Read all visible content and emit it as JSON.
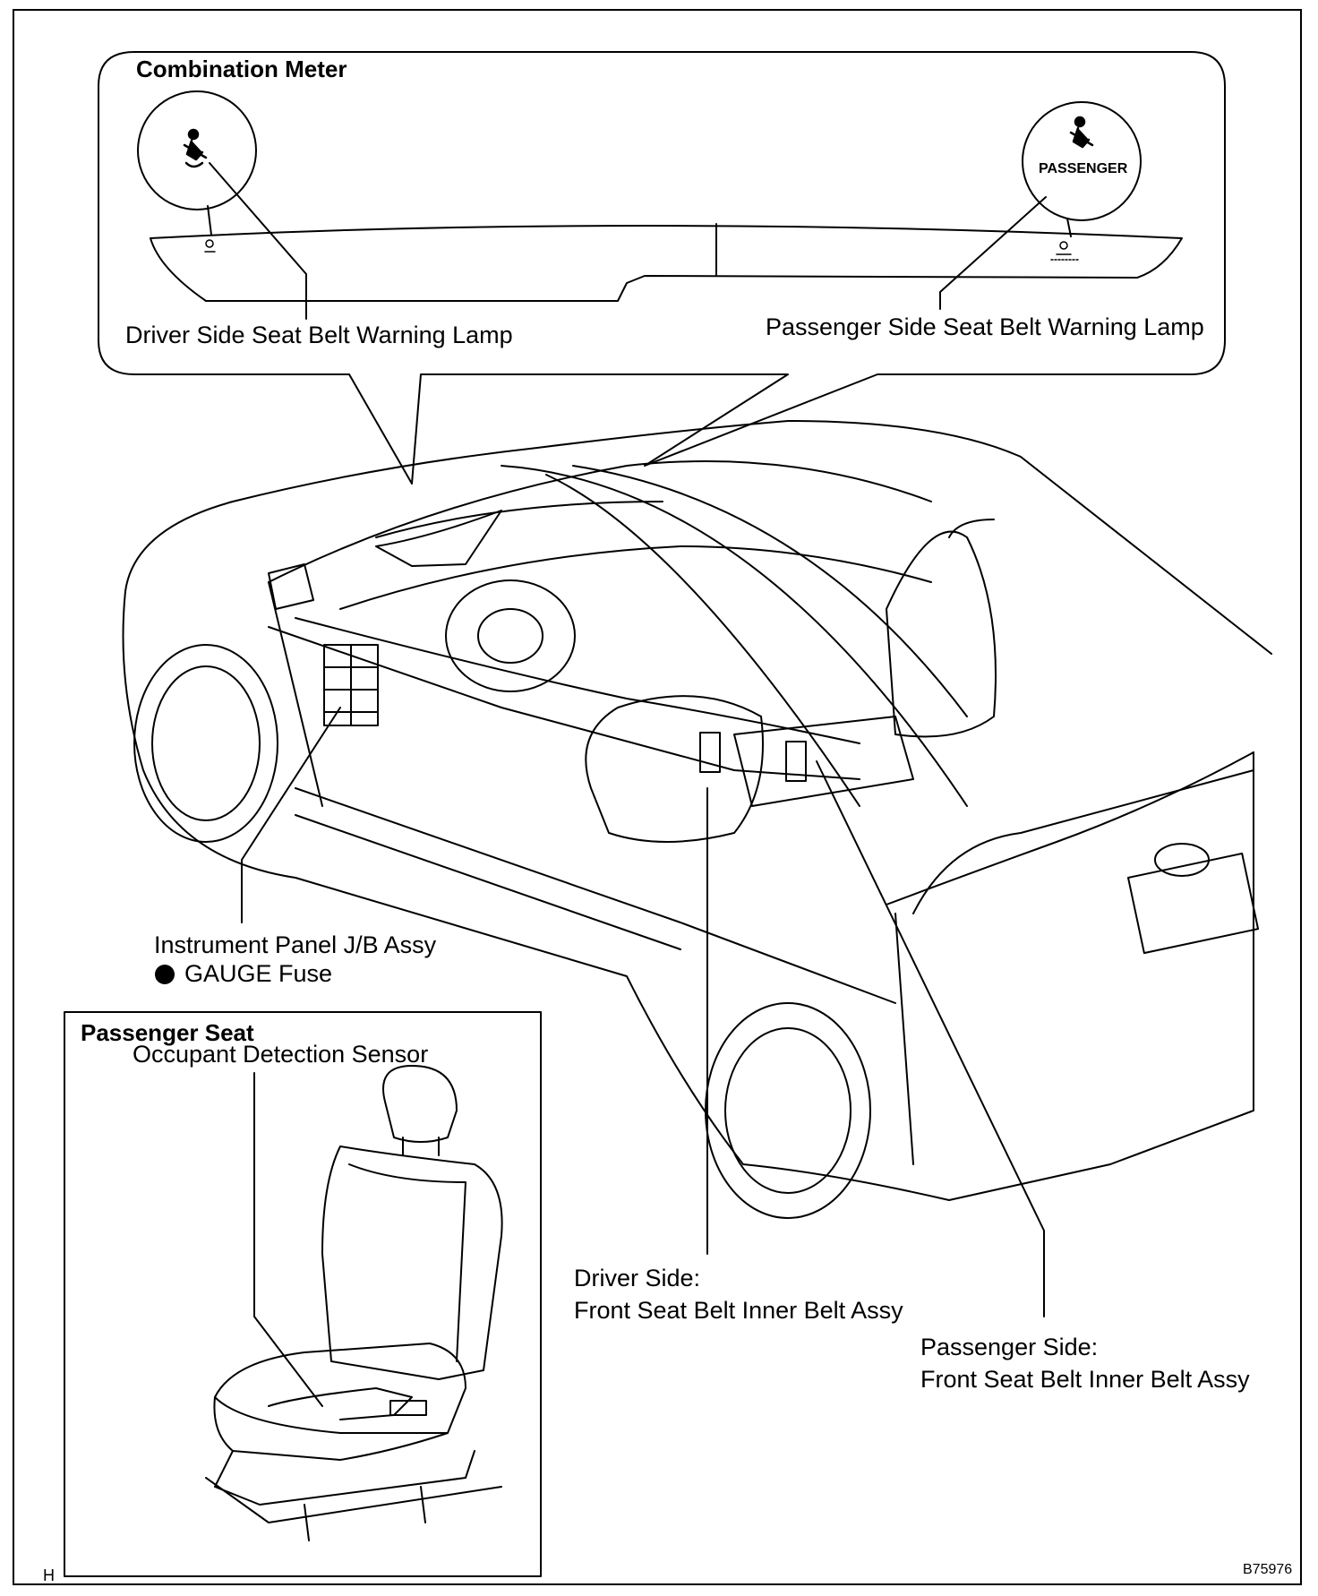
{
  "callouts": {
    "combination_meter_title": "Combination Meter",
    "passenger_lamp_text": "PASSENGER",
    "driver_lamp": "Driver Side Seat Belt Warning Lamp",
    "passenger_lamp": "Passenger Side Seat Belt Warning Lamp"
  },
  "labels": {
    "jb_line1": "Instrument Panel J/B Assy",
    "jb_line2": "GAUGE Fuse",
    "driver_belt_line1": "Driver Side:",
    "driver_belt_line2": "Front Seat Belt Inner Belt Assy",
    "passenger_belt_line1": "Passenger Side:",
    "passenger_belt_line2": "Front Seat Belt Inner Belt Assy"
  },
  "inset": {
    "title": "Passenger Seat",
    "sensor_label": "Occupant Detection Sensor"
  },
  "footer": {
    "corner_letter": "H",
    "figure_code": "B75976"
  },
  "icons": {
    "driver_lamp_icon": "seat-belt-icon",
    "passenger_lamp_icon": "seat-belt-icon",
    "fuse_marker": "filled-circle-icon"
  }
}
